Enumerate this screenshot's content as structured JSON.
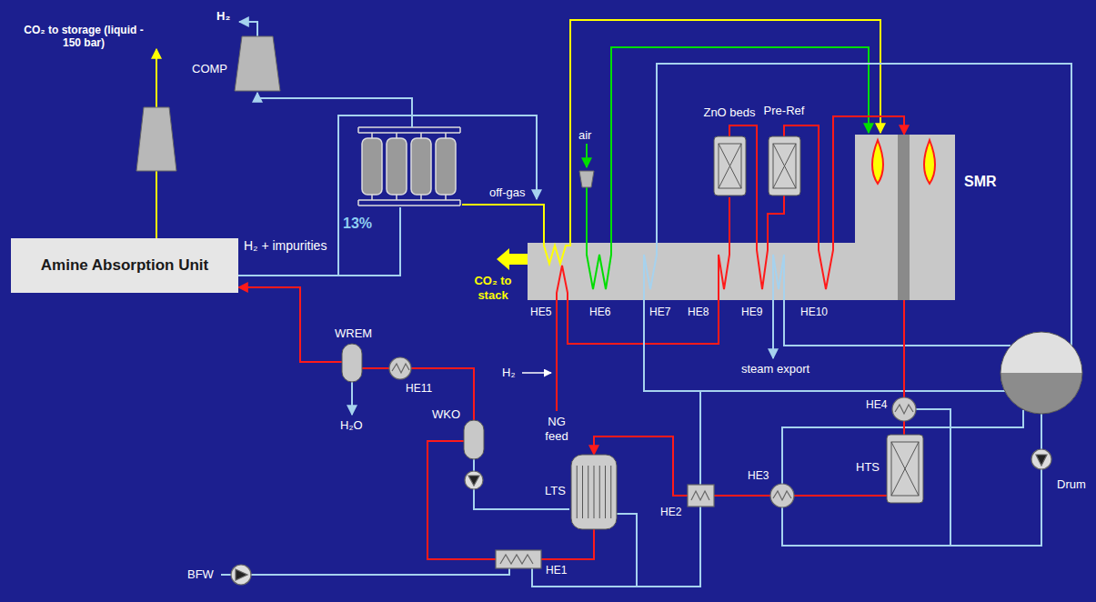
{
  "diagram": {
    "nodes": [
      {
        "text": [
          "COMP"
        ]
      },
      {
        "text": [
          "Amine Absorption Unit"
        ]
      },
      {
        "text": [
          "ZnO beds"
        ]
      },
      {
        "text": [
          "Pre-Ref"
        ]
      },
      {
        "text": [
          "SMR"
        ]
      },
      {
        "text": [
          "WREM"
        ]
      },
      {
        "text": [
          "WKO"
        ]
      },
      {
        "text": [
          "LTS"
        ]
      },
      {
        "text": [
          "HTS"
        ]
      },
      {
        "text": [
          "Drum"
        ]
      }
    ],
    "edges": [
      {
        "from": 5,
        "to": 1,
        "arrow": "to"
      },
      {
        "from": 6,
        "to": 5,
        "arrow": "none"
      },
      {
        "from": 7,
        "to": 6,
        "arrow": "none"
      },
      {
        "from": 8,
        "to": 7,
        "arrow": "to"
      },
      {
        "from": 4,
        "to": 8,
        "arrow": "none"
      },
      {
        "from": 2,
        "to": 3,
        "arrow": "none"
      },
      {
        "from": 3,
        "to": 4,
        "arrow": "to"
      }
    ],
    "labels": [
      "CO₂ to storage (liquid - 150 bar)",
      "H₂",
      "13%",
      "H₂ + impurities",
      "off-gas",
      "air",
      "CO₂ to stack",
      "HE5",
      "HE6",
      "HE7",
      "HE8",
      "HE9",
      "HE10",
      "steam export",
      "HE11",
      "H₂O",
      "H₂",
      "NG feed",
      "HE4",
      "HE3",
      "HE2",
      "HE1",
      "BFW"
    ]
  }
}
